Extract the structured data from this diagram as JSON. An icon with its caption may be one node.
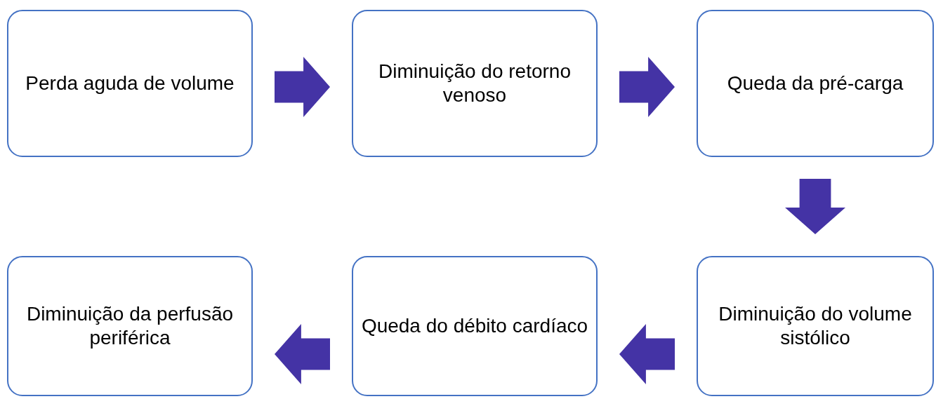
{
  "diagram": {
    "nodes": [
      {
        "text": [
          "Perda aguda de volume"
        ]
      },
      {
        "text": [
          "Diminuição do retorno venoso"
        ]
      },
      {
        "text": [
          "Queda da pré-carga"
        ]
      },
      {
        "text": [
          "Diminuição do volume sistólico"
        ]
      },
      {
        "text": [
          "Queda do débito cardíaco"
        ]
      },
      {
        "text": [
          "Diminuição da perfusão periférica"
        ]
      }
    ],
    "edges": [
      {
        "from": 0,
        "to": 1,
        "arrow": "to"
      },
      {
        "from": 1,
        "to": 2,
        "arrow": "to"
      },
      {
        "from": 2,
        "to": 3,
        "arrow": "to"
      },
      {
        "from": 3,
        "to": 4,
        "arrow": "to"
      },
      {
        "from": 4,
        "to": 5,
        "arrow": "to"
      }
    ]
  }
}
